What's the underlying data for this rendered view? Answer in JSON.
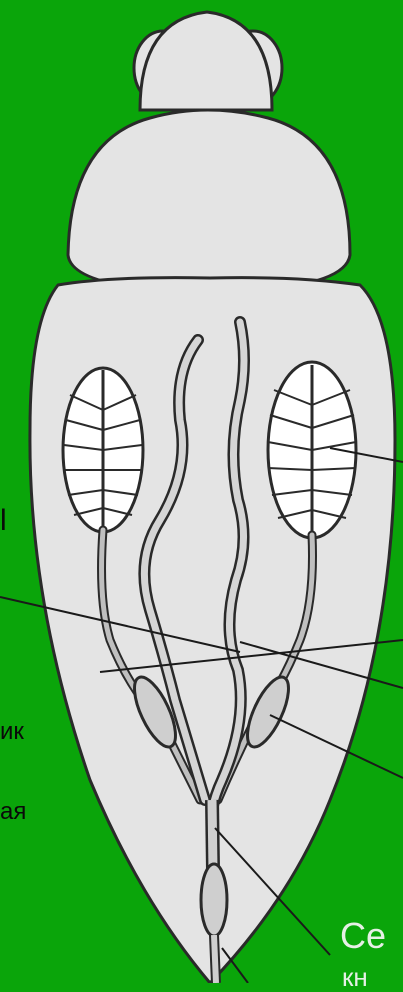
{
  "labels": {
    "left_fragment_1": "ик",
    "left_fragment_2": "ая",
    "right_bottom": "Се",
    "right_bottom_cut": "кн",
    "left_tiny": "l"
  },
  "colors": {
    "background": "#0aa50a",
    "body_fill": "#e4e4e4",
    "outline": "#2a2a2a",
    "duct_fill": "#bfbfbf",
    "label_light": "#e6f0e6"
  }
}
